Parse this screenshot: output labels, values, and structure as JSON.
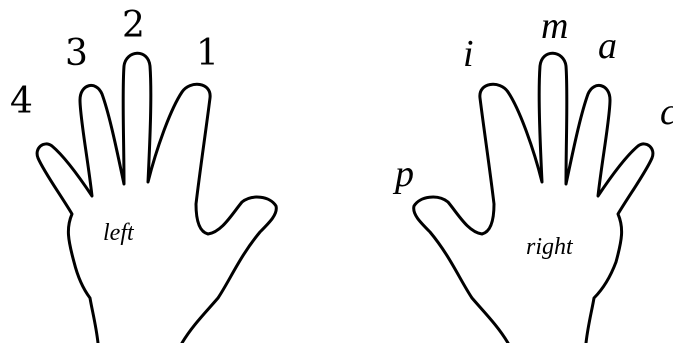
{
  "left_hand": {
    "label": "left",
    "fingers": {
      "thumb": "",
      "index": "1",
      "middle": "2",
      "ring": "3",
      "little": "4"
    }
  },
  "right_hand": {
    "label": "right",
    "fingers": {
      "thumb": "p",
      "index": "i",
      "middle": "m",
      "ring": "a",
      "little": "c"
    }
  }
}
